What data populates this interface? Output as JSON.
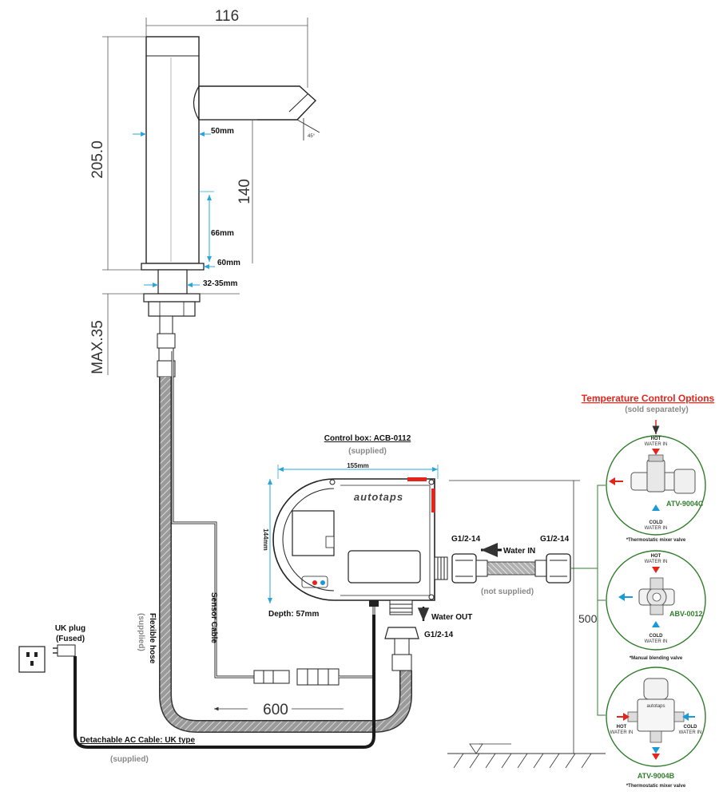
{
  "dimensions": {
    "width_top": "116",
    "height_total": "205.0",
    "height_spout": "140",
    "max_mount": "MAX.35",
    "d_50": "50mm",
    "d_66": "66mm",
    "d_60": "60mm",
    "d_32_35": "32-35mm",
    "hose_len": "600",
    "mount_height": "500",
    "spout_angle": "45°"
  },
  "control_box": {
    "title": "Control box: ACB-0112",
    "supplied": "(supplied)",
    "width": "155mm",
    "height": "144mm",
    "depth": "Depth: 57mm",
    "logo": "autotaps"
  },
  "plumbing": {
    "thread_left": "G1/2-14",
    "thread_right": "G1/2-14",
    "thread_out": "G1/2-14",
    "water_in": "Water IN",
    "water_out": "Water OUT",
    "not_supplied": "(not supplied)"
  },
  "cables": {
    "sensor": "Sensor Cable",
    "hose": "Flexible hose",
    "hose_supplied": "(supplied)",
    "uk_plug_1": "UK plug",
    "uk_plug_2": "(Fused)",
    "ac_cable": "Detachable AC Cable: UK type",
    "ac_supplied": "(supplied)"
  },
  "options": {
    "title": "Temperature Control Options",
    "subtitle": "(sold separately)",
    "items": [
      {
        "code": "ATV-9004C",
        "caption": "*Thermostatic mixer valve",
        "hot_1": "HOT",
        "hot_2": "WATER IN",
        "cold_1": "COLD",
        "cold_2": "WATER IN"
      },
      {
        "code": "ABV-0012",
        "caption": "*Manual blending valve",
        "hot_1": "HOT",
        "hot_2": "WATER IN",
        "cold_1": "COLD",
        "cold_2": "WATER IN"
      },
      {
        "code": "ATV-9004B",
        "caption": "*Thermostatic mixer valve",
        "hot_1": "HOT",
        "hot_2": "WATER IN",
        "cold_1": "COLD",
        "cold_2": "WATER IN"
      }
    ]
  },
  "colors": {
    "hot": "#e3251b",
    "cold": "#1a9ad6",
    "green": "#2f7d2a",
    "dim_blue": "#2aa6dc"
  }
}
